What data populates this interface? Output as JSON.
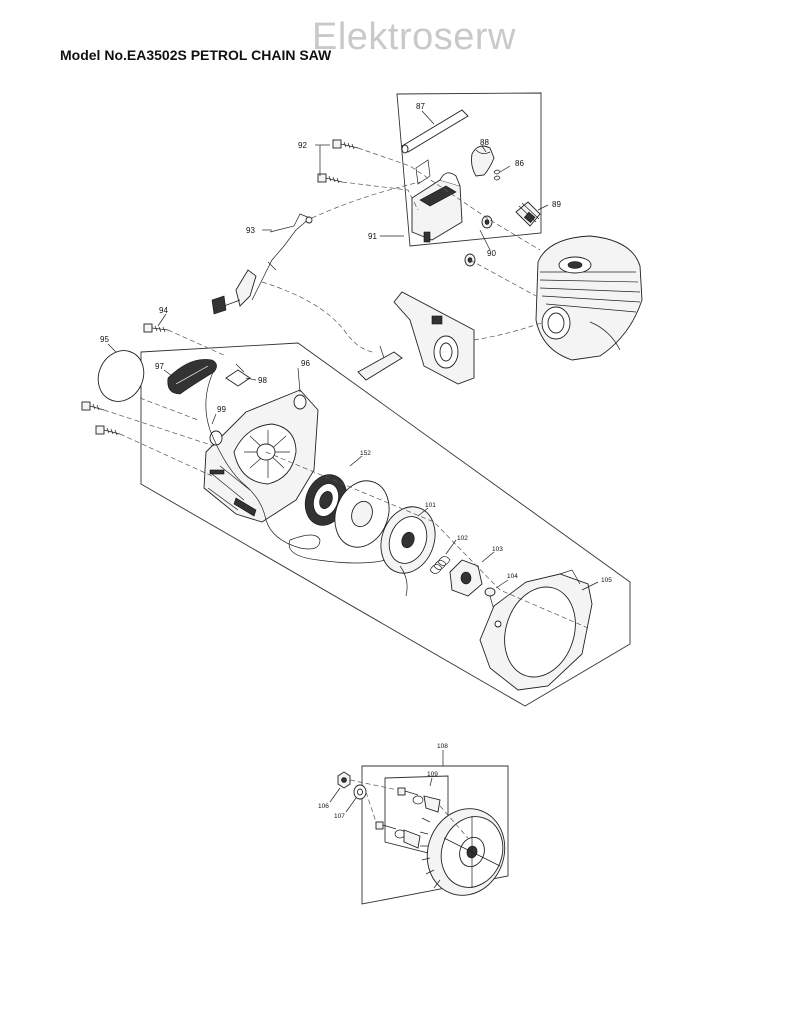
{
  "header": {
    "title": "Model No.EA3502S PETROL CHAIN SAW",
    "watermark": "Elektroserw"
  },
  "callouts": [
    "87",
    "88",
    "86",
    "89",
    "92",
    "91",
    "90",
    "93",
    "94",
    "95",
    "96",
    "97",
    "98",
    "99",
    "152",
    "101",
    "102",
    "103",
    "104",
    "105",
    "108",
    "109",
    "106",
    "107"
  ]
}
